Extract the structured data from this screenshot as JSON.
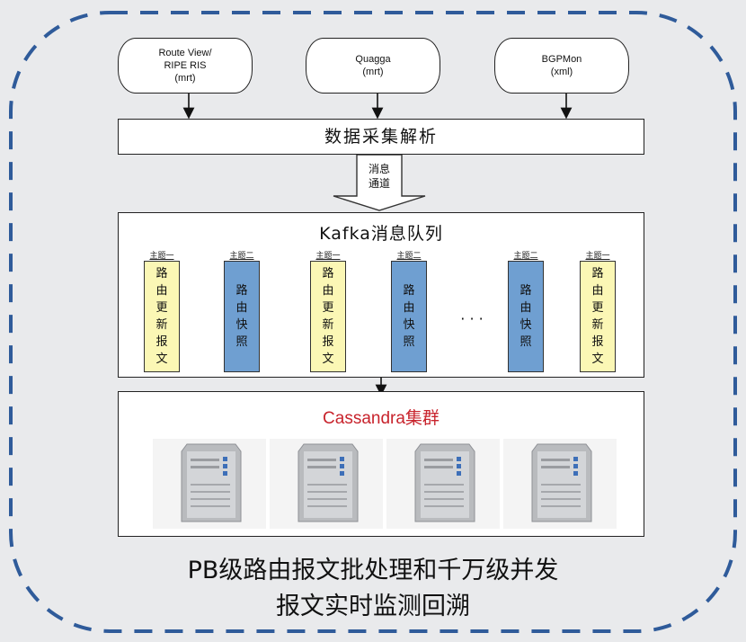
{
  "sources": [
    {
      "lines": [
        "Route View/",
        "RIPE RIS",
        "(mrt)"
      ]
    },
    {
      "lines": [
        "Quagga",
        "(mrt)"
      ]
    },
    {
      "lines": [
        "BGPMon",
        "(xml)"
      ]
    }
  ],
  "collect_box": {
    "label": "数据采集解析"
  },
  "channel": {
    "line1": "消息",
    "line2": "通道"
  },
  "kafka": {
    "title": "Kafka消息队列",
    "topics": [
      {
        "label": "主题一",
        "chars": [
          "路",
          "由",
          "更",
          "新",
          "报",
          "文"
        ],
        "color": "yellow"
      },
      {
        "label": "主题二",
        "chars": [
          "路",
          "由",
          "快",
          "照"
        ],
        "color": "blue"
      },
      {
        "label": "主题一",
        "chars": [
          "路",
          "由",
          "更",
          "新",
          "报",
          "文"
        ],
        "color": "yellow"
      },
      {
        "label": "主题二",
        "chars": [
          "路",
          "由",
          "快",
          "照"
        ],
        "color": "blue"
      },
      {
        "label": "主题二",
        "chars": [
          "路",
          "由",
          "快",
          "照"
        ],
        "color": "blue"
      },
      {
        "label": "主题一",
        "chars": [
          "路",
          "由",
          "更",
          "新",
          "报",
          "文"
        ],
        "color": "yellow"
      }
    ],
    "ellipsis": "· · ·"
  },
  "cassandra": {
    "title": "Cassandra集群",
    "server_count": 4
  },
  "caption": {
    "line1": "PB级路由报文批处理和千万级并发",
    "line2": "报文实时监测回溯"
  },
  "colors": {
    "cassandra_title": "#c8232c",
    "frame": "#2f5b9a",
    "yellow": "#fbf7b5",
    "blue": "#6f9fd1"
  }
}
